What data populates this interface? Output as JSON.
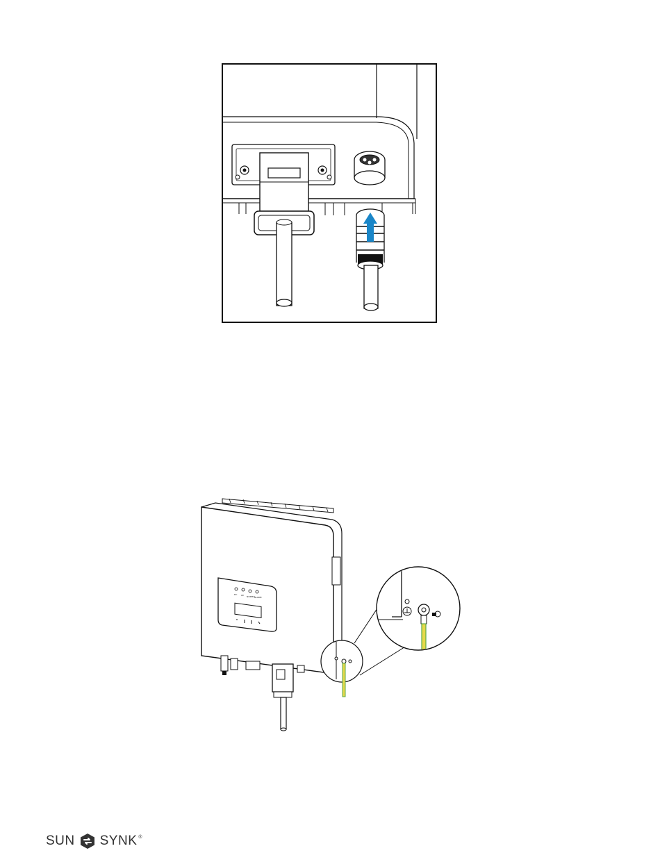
{
  "figures": [
    {
      "id": "ac-connector-insertion",
      "accent_color": "#1a86c8"
    },
    {
      "id": "earth-cable-connection",
      "accent_colors": [
        "#e6d94a",
        "#5aa84a"
      ]
    }
  ],
  "display_panel": {
    "indicator_labels": [
      "DC",
      "AC",
      "NORMAL",
      "ALARM"
    ]
  },
  "footer": {
    "brand_left": "SUN",
    "brand_right": "SYNK",
    "registered_mark": "®",
    "icon": "sunsynk-logo-icon"
  }
}
